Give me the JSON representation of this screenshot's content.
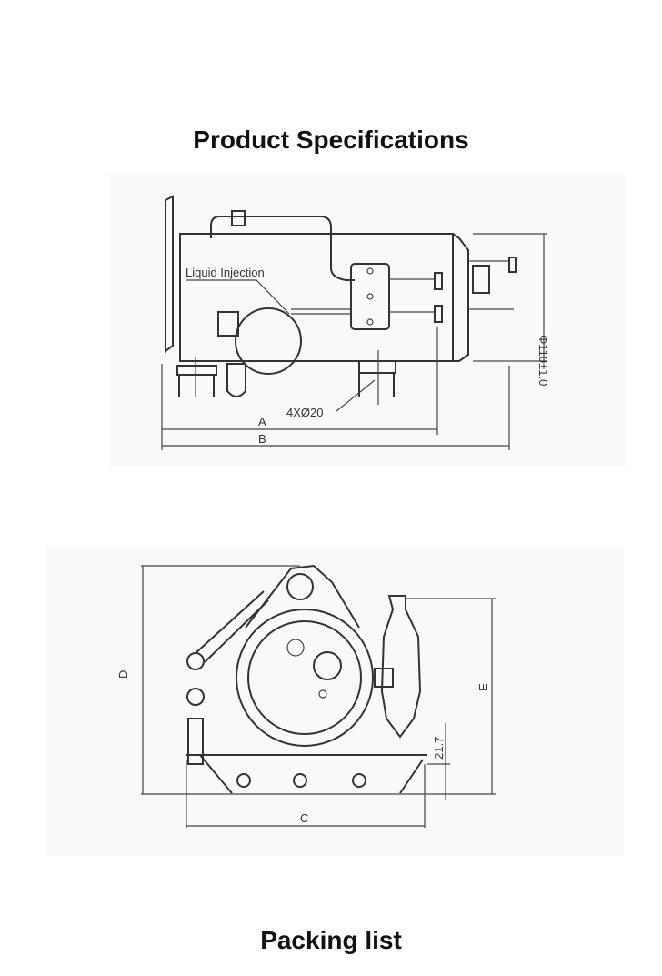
{
  "headings": {
    "specifications": "Product Specifications",
    "packing": "Packing list"
  },
  "side_view": {
    "liquid_injection": "Liquid Injection",
    "holes": "4XØ20",
    "dim_a": "A",
    "dim_b": "B",
    "diameter": "Φ110±1.0"
  },
  "front_view": {
    "dim_c": "C",
    "dim_d": "D",
    "dim_e": "E",
    "dim_217": "21.7"
  }
}
